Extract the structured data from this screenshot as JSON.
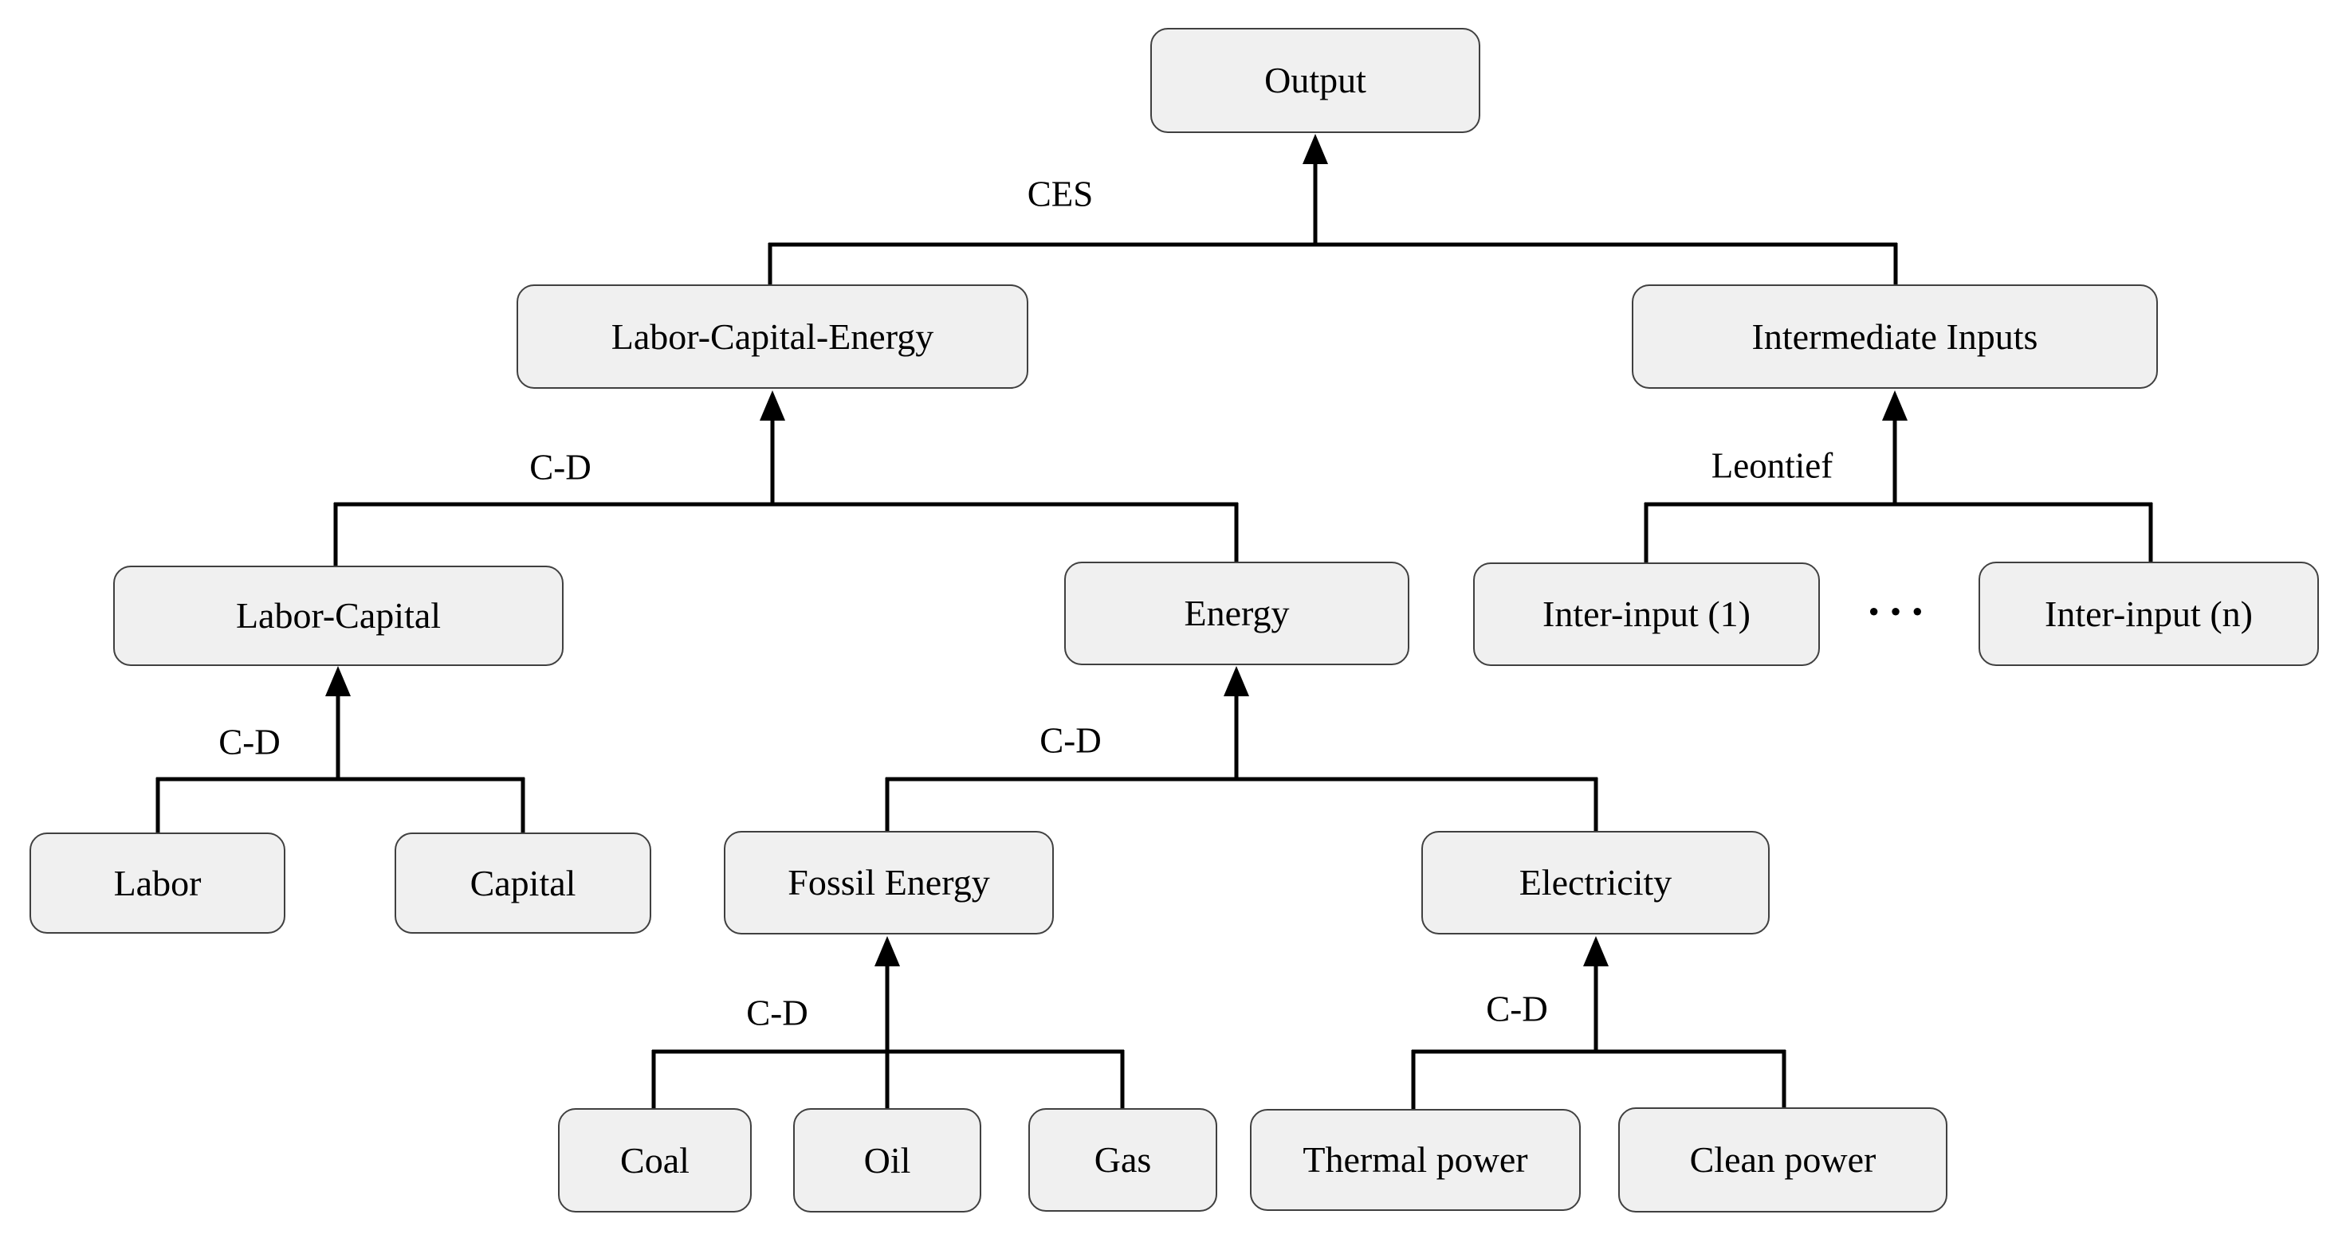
{
  "nodes": {
    "output": {
      "label": "Output"
    },
    "labor_capital_energy": {
      "label": "Labor-Capital-Energy"
    },
    "intermediate_inputs": {
      "label": "Intermediate Inputs"
    },
    "labor_capital": {
      "label": "Labor-Capital"
    },
    "energy": {
      "label": "Energy"
    },
    "inter_input_1": {
      "label": "Inter-input (1)"
    },
    "inter_input_ellipsis": {
      "label": "···"
    },
    "inter_input_n": {
      "label": "Inter-input (n)"
    },
    "labor": {
      "label": "Labor"
    },
    "capital": {
      "label": "Capital"
    },
    "fossil_energy": {
      "label": "Fossil Energy"
    },
    "electricity": {
      "label": "Electricity"
    },
    "coal": {
      "label": "Coal"
    },
    "oil": {
      "label": "Oil"
    },
    "gas": {
      "label": "Gas"
    },
    "thermal_power": {
      "label": "Thermal power"
    },
    "clean_power": {
      "label": "Clean power"
    }
  },
  "edge_labels": {
    "ces": "CES",
    "cd_top": "C-D",
    "leontief": "Leontief",
    "cd_labor_capital": "C-D",
    "cd_energy": "C-D",
    "cd_fossil": "C-D",
    "cd_electricity": "C-D"
  },
  "tree": {
    "root": "Output",
    "relations": [
      {
        "parent": "Output",
        "function": "CES",
        "children": [
          "Labor-Capital-Energy",
          "Intermediate Inputs"
        ]
      },
      {
        "parent": "Labor-Capital-Energy",
        "function": "C-D",
        "children": [
          "Labor-Capital",
          "Energy"
        ]
      },
      {
        "parent": "Intermediate Inputs",
        "function": "Leontief",
        "children": [
          "Inter-input (1)",
          "Inter-input (n)"
        ]
      },
      {
        "parent": "Labor-Capital",
        "function": "C-D",
        "children": [
          "Labor",
          "Capital"
        ]
      },
      {
        "parent": "Energy",
        "function": "C-D",
        "children": [
          "Fossil Energy",
          "Electricity"
        ]
      },
      {
        "parent": "Fossil Energy",
        "function": "C-D",
        "children": [
          "Coal",
          "Oil",
          "Gas"
        ]
      },
      {
        "parent": "Electricity",
        "function": "C-D",
        "children": [
          "Thermal power",
          "Clean power"
        ]
      }
    ]
  },
  "colors": {
    "background": "#ffffff",
    "node_fill": "#f0f0f0",
    "node_border": "#404040",
    "connector": "#000000",
    "text": "#000000"
  }
}
